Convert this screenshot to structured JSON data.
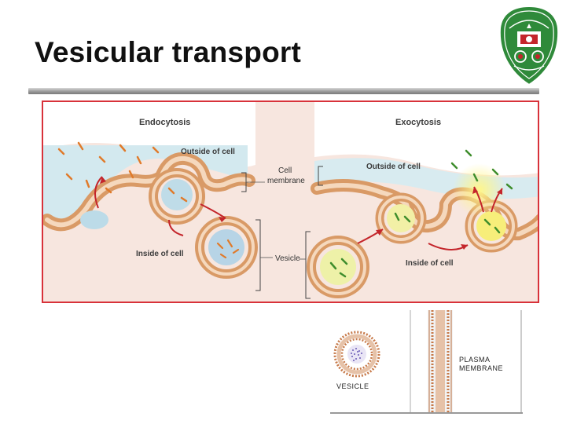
{
  "slide": {
    "title": "Vesicular transport"
  },
  "diagram": {
    "endocytosis_heading": "Endocytosis",
    "exocytosis_heading": "Exocytosis",
    "outside_left": "Outside of cell",
    "outside_right": "Outside of cell",
    "cell_membrane_line1": "Cell",
    "cell_membrane_line2": "membrane",
    "inside_left": "Inside of cell",
    "inside_right": "Inside of cell",
    "vesicle": "Vesicle"
  },
  "inset": {
    "vesicle_label": "VESICLE",
    "plasma_line1": "PLASMA",
    "plasma_line2": "MEMBRANE"
  },
  "colors": {
    "frame": "#d8323a",
    "membrane": "#d99a66",
    "outside_fluid": "#cfe6ec",
    "inside_fluid": "#f6e3dc",
    "arrow": "#c4252b"
  }
}
